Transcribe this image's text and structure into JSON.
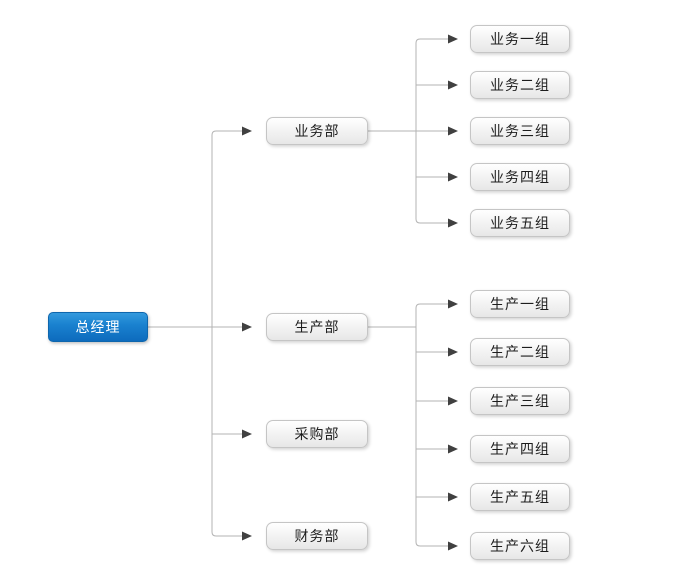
{
  "org_chart": {
    "title": "",
    "root": {
      "label": "总经理"
    },
    "departments": [
      {
        "label": "业务部",
        "groups": [
          {
            "label": "业务一组"
          },
          {
            "label": "业务二组"
          },
          {
            "label": "业务三组"
          },
          {
            "label": "业务四组"
          },
          {
            "label": "业务五组"
          }
        ]
      },
      {
        "label": "生产部",
        "groups": [
          {
            "label": "生产一组"
          },
          {
            "label": "生产二组"
          },
          {
            "label": "生产三组"
          },
          {
            "label": "生产四组"
          },
          {
            "label": "生产五组"
          },
          {
            "label": "生产六组"
          }
        ]
      },
      {
        "label": "采购部",
        "groups": []
      },
      {
        "label": "财务部",
        "groups": []
      }
    ]
  },
  "colors": {
    "page_background": "#ffffff",
    "root_node_top": "#3399dd",
    "root_node_bottom": "#0d6bbd",
    "root_node_text": "#ffffff",
    "node_bg_top": "#ffffff",
    "node_bg_bottom": "#e7e7e7",
    "node_border": "#c5c5c5",
    "node_text": "#1d1d1d",
    "connector_line": "#b3b3b3",
    "arrow": "#404040"
  }
}
